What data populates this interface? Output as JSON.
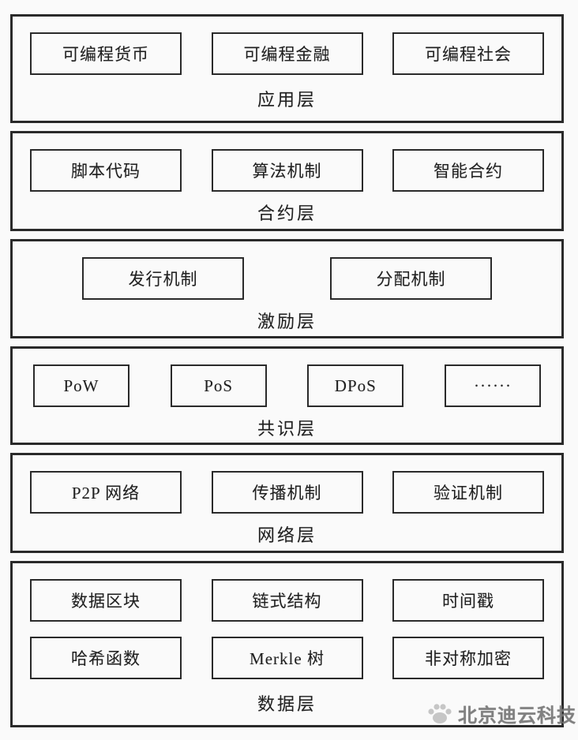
{
  "diagram": {
    "title_hint": "blockchain-architecture-layers",
    "layers": [
      {
        "id": "application-layer",
        "label": "应用层",
        "rows": [
          [
            "可编程货币",
            "可编程金融",
            "可编程社会"
          ]
        ]
      },
      {
        "id": "contract-layer",
        "label": "合约层",
        "rows": [
          [
            "脚本代码",
            "算法机制",
            "智能合约"
          ]
        ]
      },
      {
        "id": "incentive-layer",
        "label": "激励层",
        "rows": [
          [
            "发行机制",
            "分配机制"
          ]
        ]
      },
      {
        "id": "consensus-layer",
        "label": "共识层",
        "rows": [
          [
            "PoW",
            "PoS",
            "DPoS",
            "······"
          ]
        ]
      },
      {
        "id": "network-layer",
        "label": "网络层",
        "rows": [
          [
            "P2P 网络",
            "传播机制",
            "验证机制"
          ]
        ]
      },
      {
        "id": "data-layer",
        "label": "数据层",
        "rows": [
          [
            "数据区块",
            "链式结构",
            "时间戳"
          ],
          [
            "哈希函数",
            "Merkle 树",
            "非对称加密"
          ]
        ]
      }
    ]
  },
  "watermark": {
    "logo_icon": "paw-logo-icon",
    "text": "北京迪云科技"
  },
  "colors": {
    "border": "#2a2a2a",
    "text": "#1f1f1f",
    "background": "#fafafa",
    "watermark_text": "#767676",
    "watermark_logo": "#c2c2c2"
  }
}
